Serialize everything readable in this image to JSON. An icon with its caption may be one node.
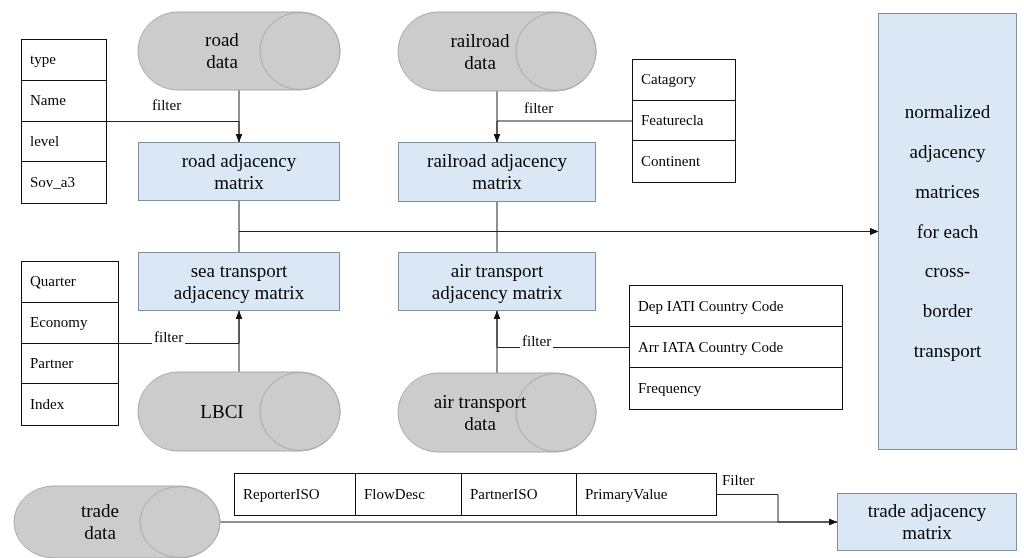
{
  "diagram": {
    "nodes": [
      {
        "text": [
          "road data"
        ]
      },
      {
        "text": [
          "railroad data"
        ]
      },
      {
        "text": [],
        "shape": "box"
      },
      {
        "text": [
          "type"
        ],
        "in": 2
      },
      {
        "text": [
          "Name"
        ],
        "in": 2
      },
      {
        "text": [
          "level"
        ],
        "in": 2
      },
      {
        "text": [
          "Sov_a3"
        ],
        "in": 2
      },
      {
        "text": [
          "road adjacency matrix"
        ]
      },
      {
        "text": [
          "railroad adjacency matrix"
        ]
      },
      {
        "text": [],
        "shape": "box"
      },
      {
        "text": [
          "Catagory"
        ],
        "in": 9
      },
      {
        "text": [
          "Featurecla"
        ],
        "in": 9
      },
      {
        "text": [
          "Continent"
        ],
        "in": 9
      },
      {
        "text": [
          "normalized adjacency matrices for each cross-border transport"
        ]
      },
      {
        "text": [],
        "shape": "box"
      },
      {
        "text": [
          "Quarter"
        ],
        "in": 14
      },
      {
        "text": [
          "Economy"
        ],
        "in": 14
      },
      {
        "text": [
          "Partner"
        ],
        "in": 14
      },
      {
        "text": [
          "Index"
        ],
        "in": 14
      },
      {
        "text": [
          "sea transport adjacency matrix"
        ]
      },
      {
        "text": [
          "air transport adjacency matrix"
        ]
      },
      {
        "text": [],
        "shape": "box"
      },
      {
        "text": [
          "Dep IATI Country Code"
        ],
        "in": 21
      },
      {
        "text": [
          "Arr IATA Country Code"
        ],
        "in": 21
      },
      {
        "text": [
          "Frequency"
        ],
        "in": 21
      },
      {
        "text": [
          "LBCI"
        ]
      },
      {
        "text": [
          "air transport data"
        ]
      },
      {
        "text": [
          "trade data"
        ]
      },
      {
        "text": [],
        "shape": "box"
      },
      {
        "text": [
          "ReporterISO"
        ],
        "in": 28
      },
      {
        "text": [
          "FlowDesc"
        ],
        "in": 28
      },
      {
        "text": [
          "PartnerISO"
        ],
        "in": 28
      },
      {
        "text": [
          "PrimaryValue"
        ],
        "in": 28
      },
      {
        "text": [
          "trade adjacency matrix"
        ]
      }
    ],
    "edges": [
      {
        "from": 0,
        "to": 7,
        "arrow": "to"
      },
      {
        "from": 2,
        "to": 7,
        "arrow": "to",
        "label": "filter"
      },
      {
        "from": 1,
        "to": 8,
        "arrow": "to"
      },
      {
        "from": 9,
        "to": 8,
        "arrow": "to",
        "label": "filter"
      },
      {
        "from": 7,
        "to": 13,
        "arrow": "to"
      },
      {
        "from": 8,
        "to": 13,
        "arrow": "to"
      },
      {
        "from": 19,
        "to": 13,
        "arrow": "to"
      },
      {
        "from": 20,
        "to": 13,
        "arrow": "to"
      },
      {
        "from": 25,
        "to": 19,
        "arrow": "to"
      },
      {
        "from": 14,
        "to": 19,
        "arrow": "to",
        "label": "filter"
      },
      {
        "from": 26,
        "to": 20,
        "arrow": "to"
      },
      {
        "from": 21,
        "to": 20,
        "arrow": "to",
        "label": "filter"
      },
      {
        "from": 27,
        "to": 33,
        "arrow": "to"
      },
      {
        "from": 28,
        "to": 33,
        "arrow": "to",
        "label": "Filter"
      }
    ]
  }
}
